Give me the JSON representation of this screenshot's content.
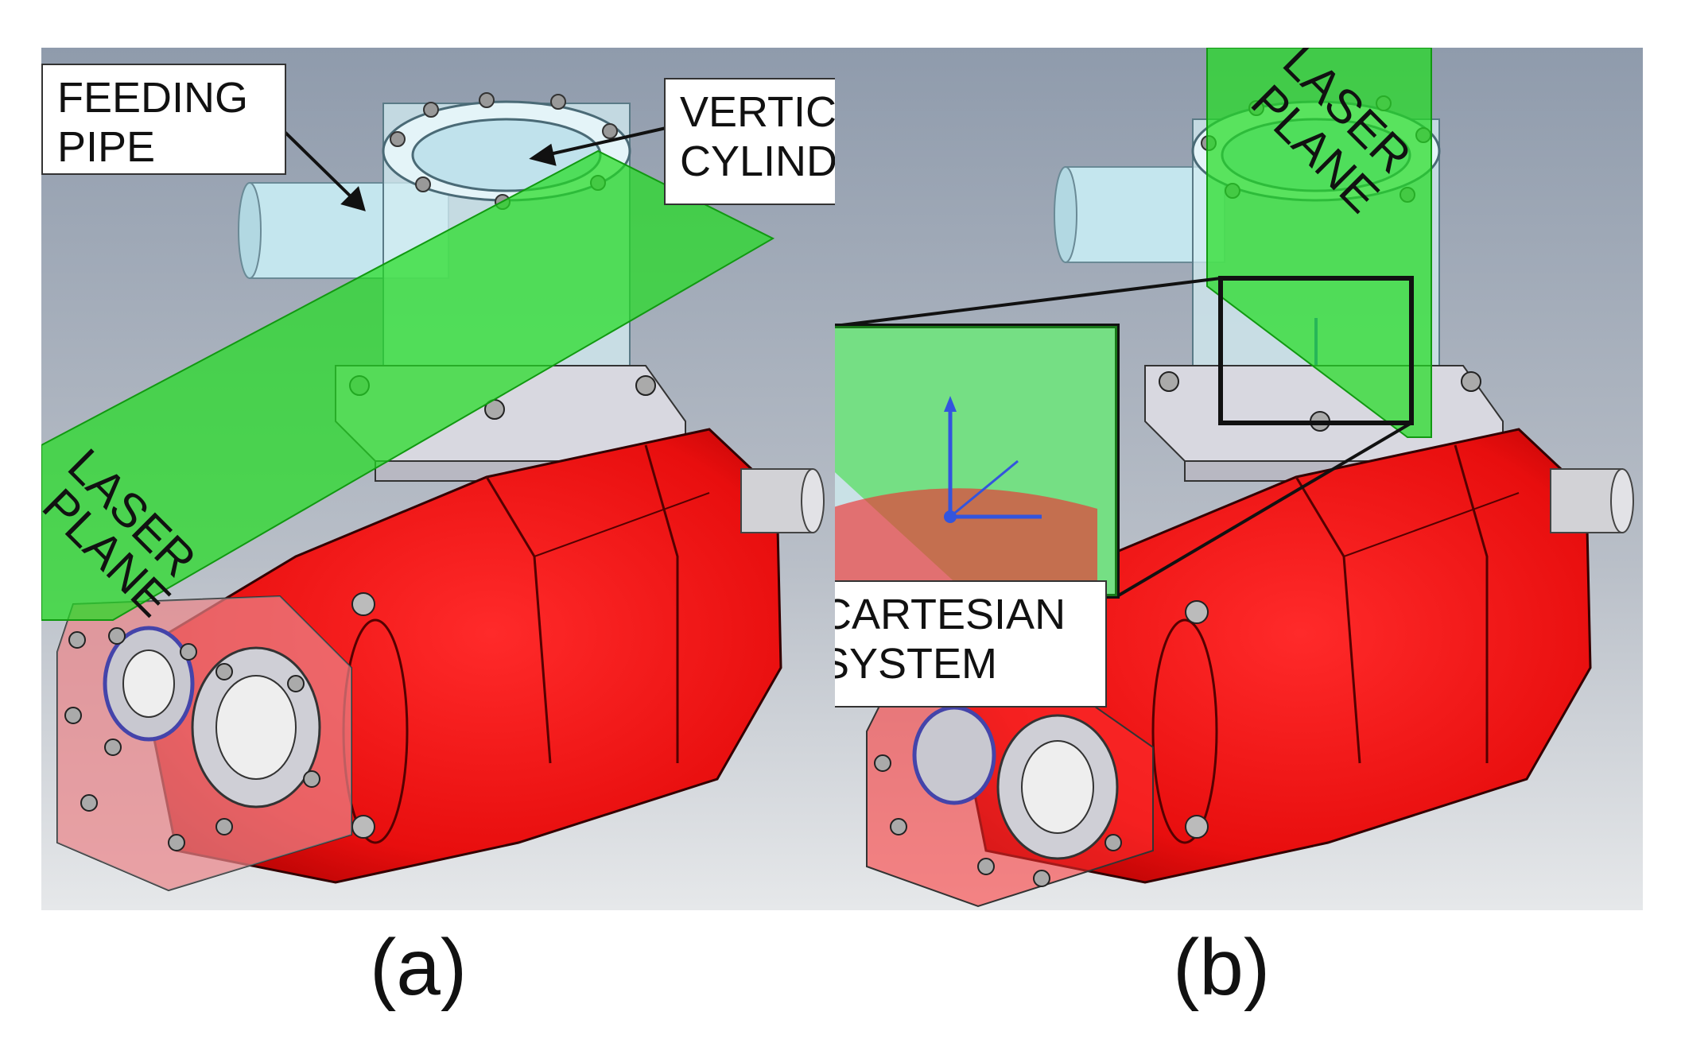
{
  "panel_a": {
    "callouts": {
      "feeding_pipe": "FEEDING\nPIPE",
      "vertical_cylinder": "VERTICAL\nCYLINDER"
    },
    "laser_plane": [
      "LASER",
      "PLANE"
    ],
    "caption": "(a)"
  },
  "panel_b": {
    "callouts": {
      "cartesian_system": "CARTESIAN\nSYSTEM"
    },
    "laser_plane": [
      "LASER",
      "PLANE"
    ],
    "caption": "(b)"
  },
  "colors": {
    "housing_red": "#ee1111",
    "laser_green": "#22dd22",
    "glass_blue": "#bfe3ee",
    "steel": "#d7d7dc",
    "axis_blue": "#3355dd"
  }
}
